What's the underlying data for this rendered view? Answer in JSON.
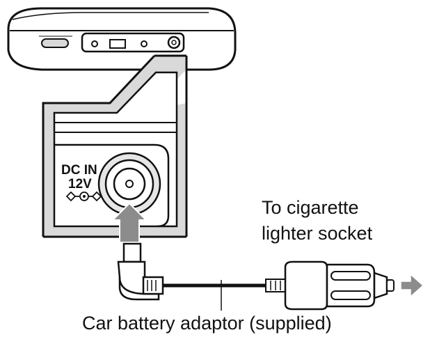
{
  "labels": {
    "dc_in_line1": "DC IN",
    "dc_in_line2": "12V",
    "cigarette_line1": "To cigarette",
    "cigarette_line2": "lighter socket",
    "adaptor": "Car battery adaptor (supplied)"
  },
  "icons": {
    "device": "portable-dvd-player-icon",
    "jack": "dc-in-jack-icon",
    "plug": "dc-plug-icon",
    "lighter_plug": "cigarette-lighter-plug-icon",
    "direction": "right-arrow-icon"
  },
  "colors": {
    "line": "#111111",
    "panel": "#d9d9d9",
    "arrow": "#8c8c8c",
    "background": "#ffffff"
  }
}
